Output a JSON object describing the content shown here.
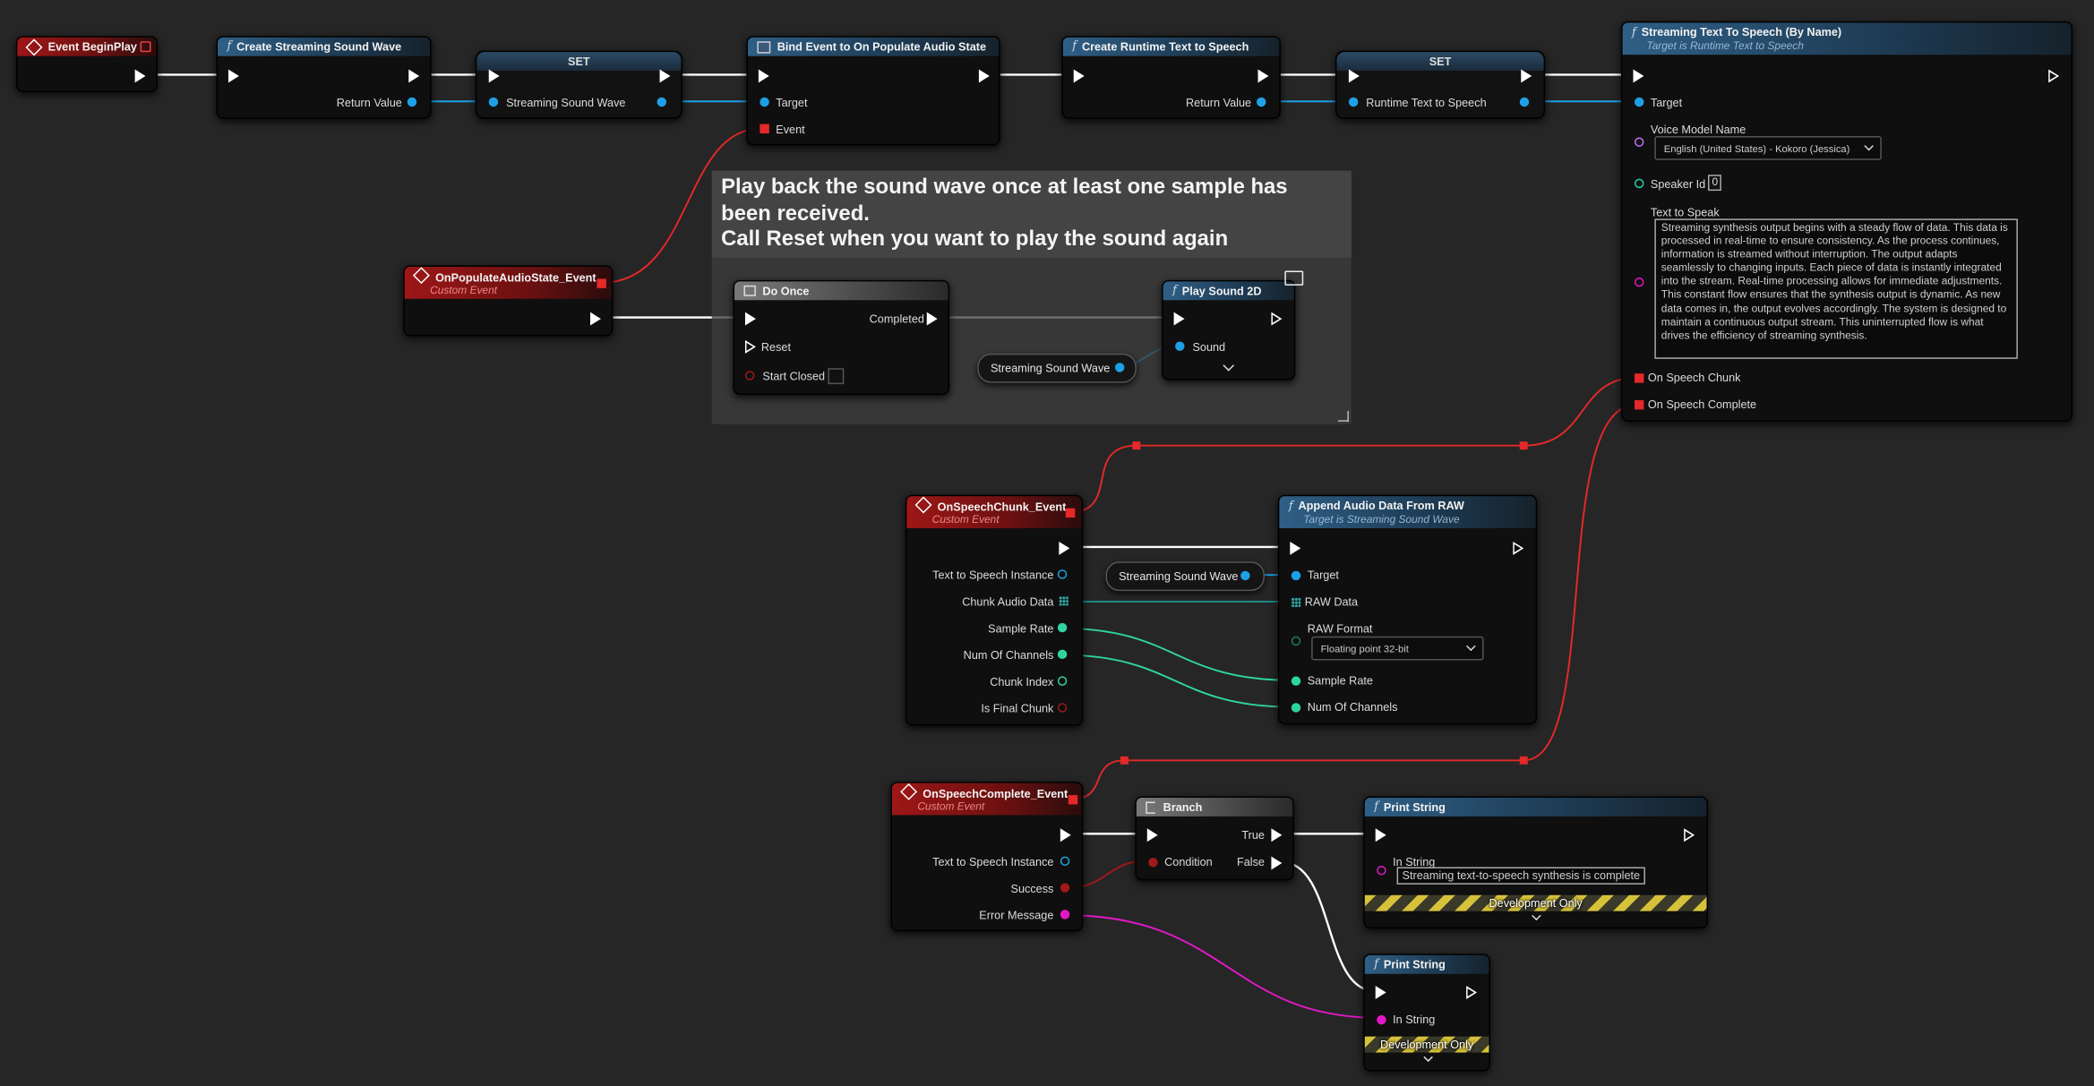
{
  "colors": {
    "exec": "#ffffff",
    "object_pin": "#1ea0e6",
    "delegate_pin": "#e52828",
    "float_pin": "#2fd4a0",
    "int_pin": "#1fd6a8",
    "bool_pin": "#a11818",
    "string_pin": "#e218c8",
    "name_pin": "#c873ff"
  },
  "nodes": {
    "begin_play": {
      "title": "Event BeginPlay"
    },
    "create_wave": {
      "title": "Create Streaming Sound Wave",
      "out_return": "Return Value"
    },
    "set1": {
      "title": "SET",
      "pin": "Streaming Sound Wave"
    },
    "bind_event": {
      "title": "Bind Event to On Populate Audio State",
      "target": "Target",
      "event": "Event"
    },
    "create_tts": {
      "title": "Create Runtime Text to Speech",
      "out_return": "Return Value"
    },
    "set2": {
      "title": "SET",
      "pin": "Runtime Text to Speech"
    },
    "streaming_tts": {
      "title": "Streaming Text To Speech (By Name)",
      "subtitle": "Target is Runtime Text to Speech",
      "target": "Target",
      "voice_label": "Voice Model Name",
      "voice_value": "English (United States) - Kokoro (Jessica)",
      "speaker_label": "Speaker Id",
      "speaker_value": "0",
      "text_label": "Text to Speak",
      "text_value": "Streaming synthesis output begins with a steady flow of data. This data is processed in real-time to ensure consistency. As the process continues, information is streamed without interruption. The output adapts seamlessly to changing inputs. Each piece of data is instantly integrated into the stream. Real-time processing allows for immediate adjustments. This constant flow ensures that the synthesis output is dynamic. As new data comes in, the output evolves accordingly. The system is designed to maintain a continuous output stream. This uninterrupted flow is what drives the efficiency of streaming synthesis.",
      "on_chunk": "On Speech Chunk",
      "on_complete": "On Speech Complete"
    },
    "on_populate": {
      "title": "OnPopulateAudioState_Event",
      "subtitle": "Custom Event"
    },
    "comment": {
      "text_line1": "Play back the sound wave once at least one sample has been received.",
      "text_line2": "Call Reset when you want to play the sound again"
    },
    "do_once": {
      "title": "Do Once",
      "completed": "Completed",
      "reset": "Reset",
      "start_closed": "Start Closed"
    },
    "play_sound": {
      "title": "Play Sound 2D",
      "sound": "Sound"
    },
    "var_wave1": {
      "label": "Streaming Sound Wave"
    },
    "on_chunk": {
      "title": "OnSpeechChunk_Event",
      "subtitle": "Custom Event",
      "tts_instance": "Text to Speech Instance",
      "chunk_audio": "Chunk Audio Data",
      "sample_rate": "Sample Rate",
      "num_channels": "Num Of Channels",
      "chunk_index": "Chunk Index",
      "is_final": "Is Final Chunk"
    },
    "var_wave2": {
      "label": "Streaming Sound Wave"
    },
    "append": {
      "title": "Append Audio Data From RAW",
      "subtitle": "Target is Streaming Sound Wave",
      "target": "Target",
      "raw_data": "RAW Data",
      "raw_format": "RAW Format",
      "raw_format_value": "Floating point 32-bit",
      "sample_rate": "Sample Rate",
      "num_channels": "Num Of Channels"
    },
    "on_complete": {
      "title": "OnSpeechComplete_Event",
      "subtitle": "Custom Event",
      "tts_instance": "Text to Speech Instance",
      "success": "Success",
      "error": "Error Message"
    },
    "branch": {
      "title": "Branch",
      "condition": "Condition",
      "true_label": "True",
      "false_label": "False"
    },
    "print1": {
      "title": "Print String",
      "in_string": "In String",
      "in_value": "Streaming text-to-speech synthesis is complete",
      "dev": "Development Only"
    },
    "print2": {
      "title": "Print String",
      "in_string": "In String",
      "dev": "Development Only"
    }
  }
}
